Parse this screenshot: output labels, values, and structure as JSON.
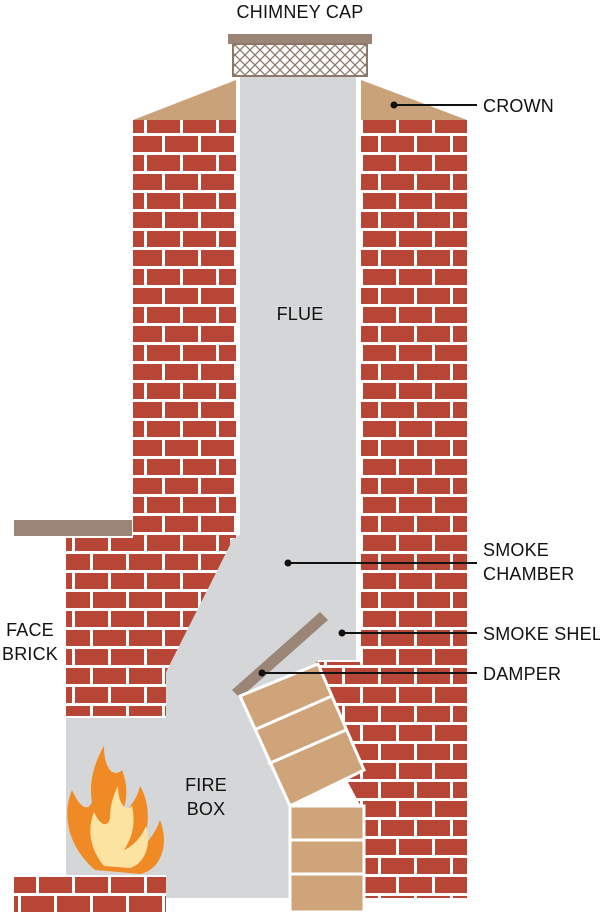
{
  "diagram": {
    "labels": {
      "chimney_cap": "CHIMNEY CAP",
      "crown": "CROWN",
      "flue": "FLUE",
      "smoke_chamber": [
        "SMOKE",
        "CHAMBER"
      ],
      "smoke_shelf": "SMOKE SHELF",
      "damper": "DAMPER",
      "face_brick": [
        "FACE",
        "BRICK"
      ],
      "fire_box": [
        "FIRE",
        "BOX"
      ]
    },
    "colors": {
      "brick": "#b84636",
      "mortar": "#ffffff",
      "flue": "#d4d6d8",
      "crown": "#caa27a",
      "firebrick": "#cfa47b",
      "cap": "#9a8576",
      "mantel": "#9a8576",
      "leader": "#111111",
      "flame_outer": "#f08a24",
      "flame_inner": "#fde3a2"
    }
  }
}
